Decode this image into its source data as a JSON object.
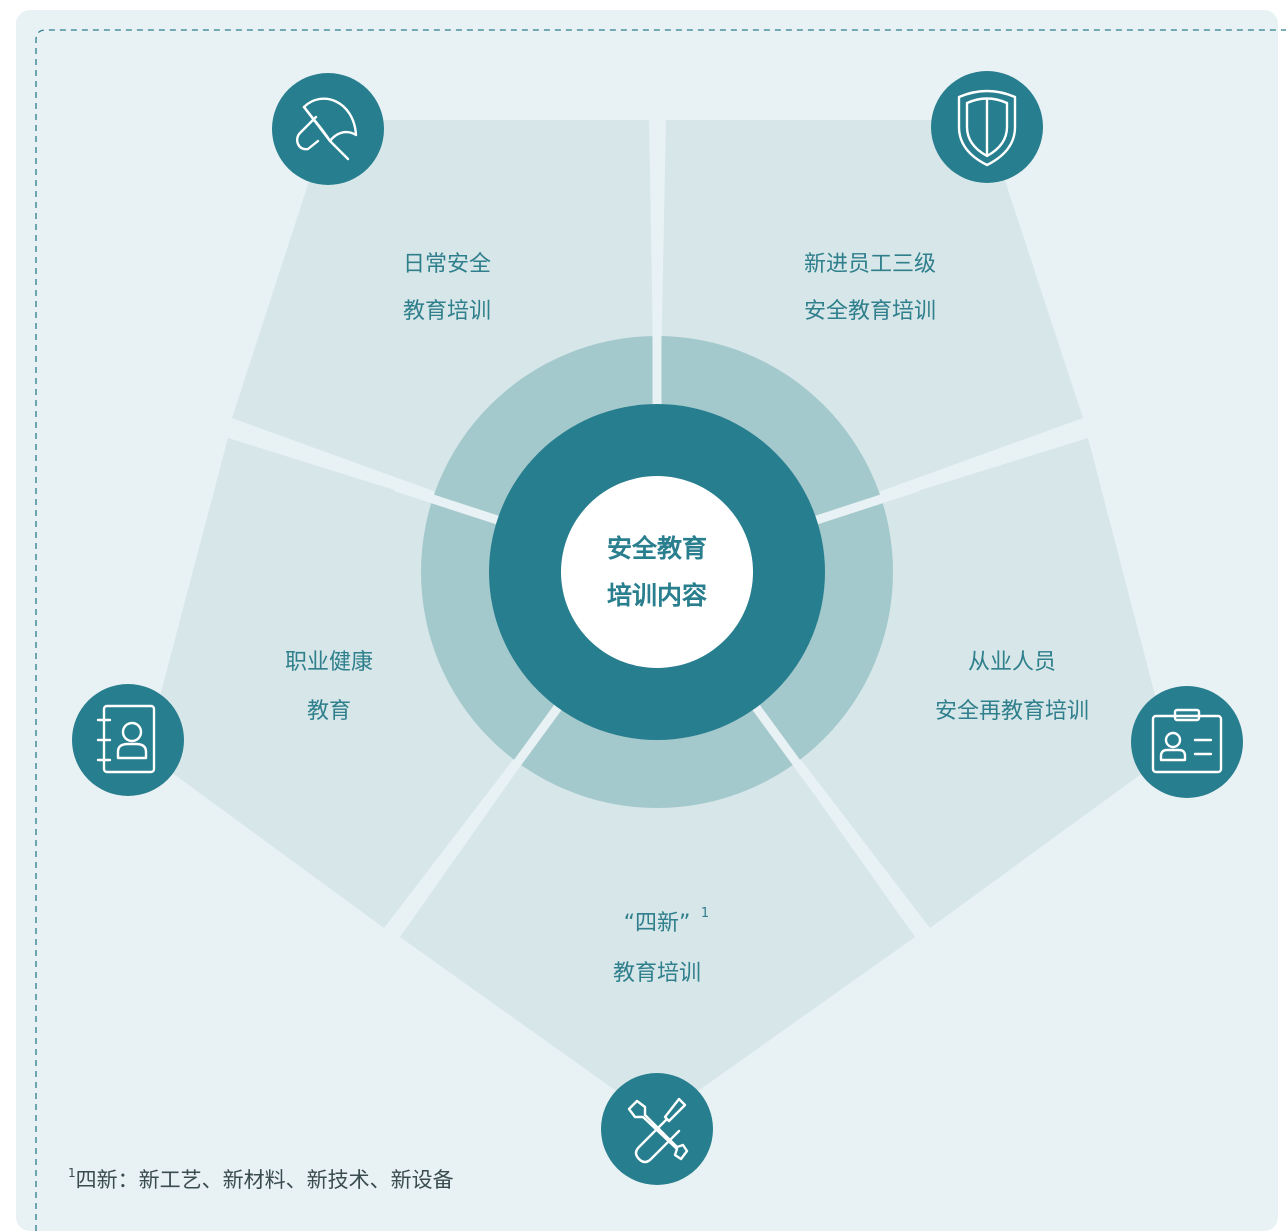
{
  "diagram": {
    "center": {
      "line1": "安全教育",
      "line2": "培训内容"
    },
    "segments": [
      {
        "id": "daily",
        "line1": "日常安全",
        "line2": "教育培训",
        "icon": "umbrella-icon"
      },
      {
        "id": "new-employee",
        "line1": "新进员工三级",
        "line2": "安全教育培训",
        "icon": "shield-icon"
      },
      {
        "id": "reeducation",
        "line1": "从业人员",
        "line2": "安全再教育培训",
        "icon": "id-badge-icon"
      },
      {
        "id": "four-new",
        "line1": "“四新”",
        "line1_sup": "1",
        "line2": "教育培训",
        "icon": "tools-icon"
      },
      {
        "id": "health",
        "line1": "职业健康",
        "line2": "教育",
        "icon": "contact-book-icon"
      }
    ]
  },
  "footnote": {
    "marker": "1",
    "text": "四新：新工艺、新材料、新技术、新设备"
  },
  "colors": {
    "panel": "#e8f1f3",
    "segment": "#d6e6e9",
    "ring": "#a4c9cc",
    "hub": "#277e8e",
    "icon_circle": "#277e8e",
    "label": "#2f7f8c"
  }
}
